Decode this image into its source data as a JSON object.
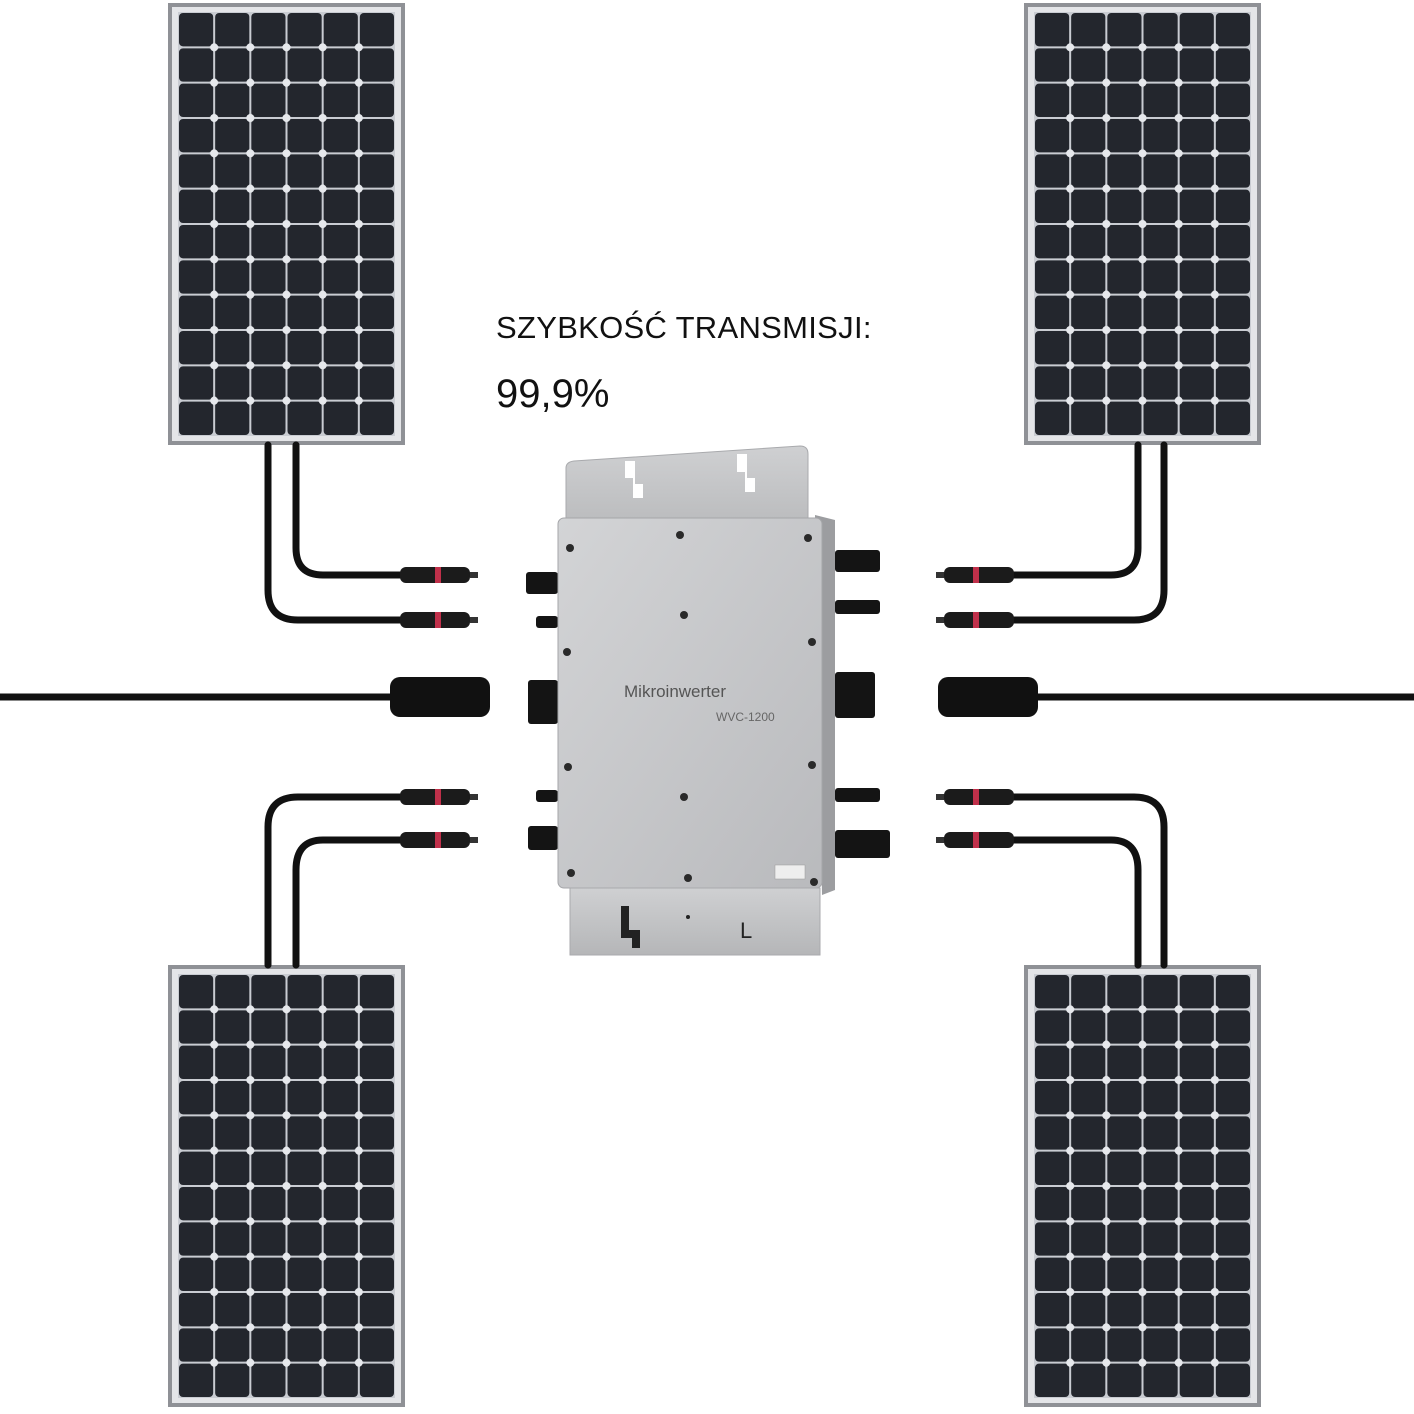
{
  "headline": {
    "label": "SZYBKOŚĆ TRANSMISJI:",
    "value": "99,9%"
  },
  "inverter": {
    "name": "Mikroinwerter",
    "model": "WVC-1200",
    "plate_letter": "L"
  },
  "panels": [
    {
      "id": "top-left"
    },
    {
      "id": "top-right"
    },
    {
      "id": "bottom-left"
    },
    {
      "id": "bottom-right"
    }
  ],
  "colors": {
    "panel_cell": "#23262d",
    "panel_frame": "#8f9196",
    "panel_grid": "#c9ccd2",
    "inverter_body": "#c6c7c9",
    "cable": "#111111",
    "connector_accent": "#c0304a"
  }
}
